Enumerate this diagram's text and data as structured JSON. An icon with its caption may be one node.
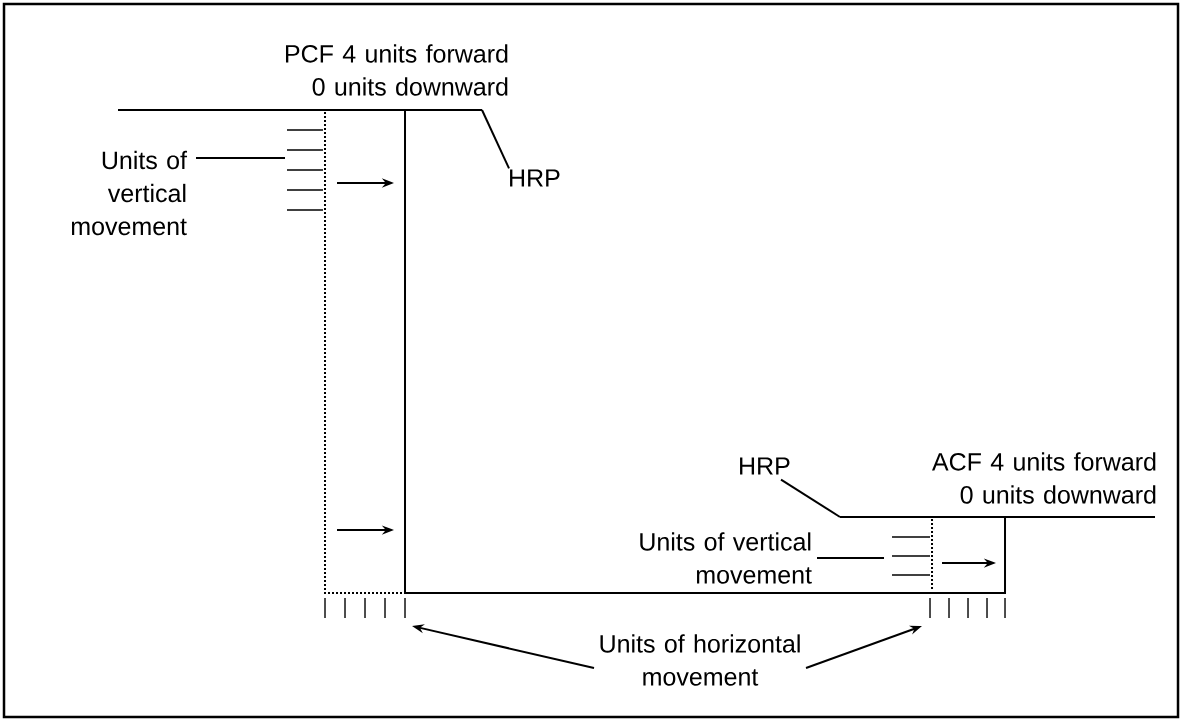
{
  "diagram": {
    "nodes": [
      {
        "text": [
          "HRP"
        ]
      },
      {
        "text": [
          "Units of vertical movement"
        ]
      },
      {
        "text": [
          "HRP"
        ]
      },
      {
        "text": [
          "Units of vertical movement"
        ]
      },
      {
        "text": [
          "Units of horizontal movement"
        ]
      }
    ],
    "edges": [
      {
        "from": 0,
        "to": null,
        "arrow": "none"
      },
      {
        "from": 1,
        "to": null,
        "arrow": "none"
      },
      {
        "from": 2,
        "to": null,
        "arrow": "none"
      },
      {
        "from": 3,
        "to": null,
        "arrow": "none"
      },
      {
        "from": 4,
        "to": null,
        "arrow": "to"
      },
      {
        "from": 4,
        "to": null,
        "arrow": "to"
      }
    ],
    "labels": [
      "PCF 4 units forward 0 units downward",
      "ACF 4 units forward 0 units downward"
    ]
  }
}
